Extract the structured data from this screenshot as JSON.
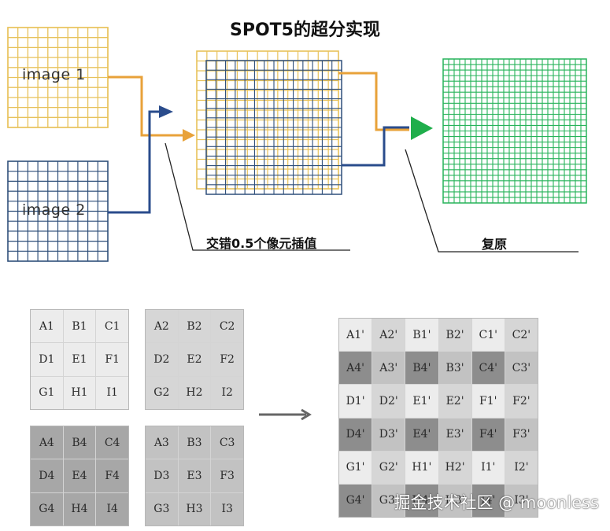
{
  "title": "SPOT5的超分实现",
  "labels": {
    "image1": "image 1",
    "image2": "image 2",
    "interp": "交错0.5个像元插值",
    "restore": "复原"
  },
  "colors": {
    "image1": "#e8c25a",
    "image2": "#2f4f7a",
    "restored": "#27b35a",
    "arrow_yellow": "#e8a23a",
    "arrow_blue": "#2a4c8c",
    "arrow_green": "#1fae4b"
  },
  "small_grids": [
    {
      "cells": [
        "A1",
        "B1",
        "C1",
        "D1",
        "E1",
        "F1",
        "G1",
        "H1",
        "I1"
      ],
      "shade": "s1"
    },
    {
      "cells": [
        "A2",
        "B2",
        "C2",
        "D2",
        "E2",
        "F2",
        "G2",
        "H2",
        "I2"
      ],
      "shade": "s2"
    },
    {
      "cells": [
        "A4",
        "B4",
        "C4",
        "D4",
        "E4",
        "F4",
        "G4",
        "H4",
        "I4"
      ],
      "shade": "s4"
    },
    {
      "cells": [
        "A3",
        "B3",
        "C3",
        "D3",
        "E3",
        "F3",
        "G3",
        "H3",
        "I3"
      ],
      "shade": "s3"
    }
  ],
  "result_grid": {
    "rows": [
      [
        "A1'",
        "A2'",
        "B1'",
        "B2'",
        "C1'",
        "C2'"
      ],
      [
        "A4'",
        "A3'",
        "B4'",
        "B3'",
        "C4'",
        "C3'"
      ],
      [
        "D1'",
        "D2'",
        "E1'",
        "E2'",
        "F1'",
        "F2'"
      ],
      [
        "D4'",
        "D3'",
        "E4'",
        "E3'",
        "F4'",
        "F3'"
      ],
      [
        "G1'",
        "G2'",
        "H1'",
        "H2'",
        "I1'",
        "I2'"
      ],
      [
        "G4'",
        "G3'",
        "H4'",
        "H3'",
        "I4'",
        "I3'"
      ]
    ]
  },
  "watermark": "掘金技术社区 @ moonless"
}
